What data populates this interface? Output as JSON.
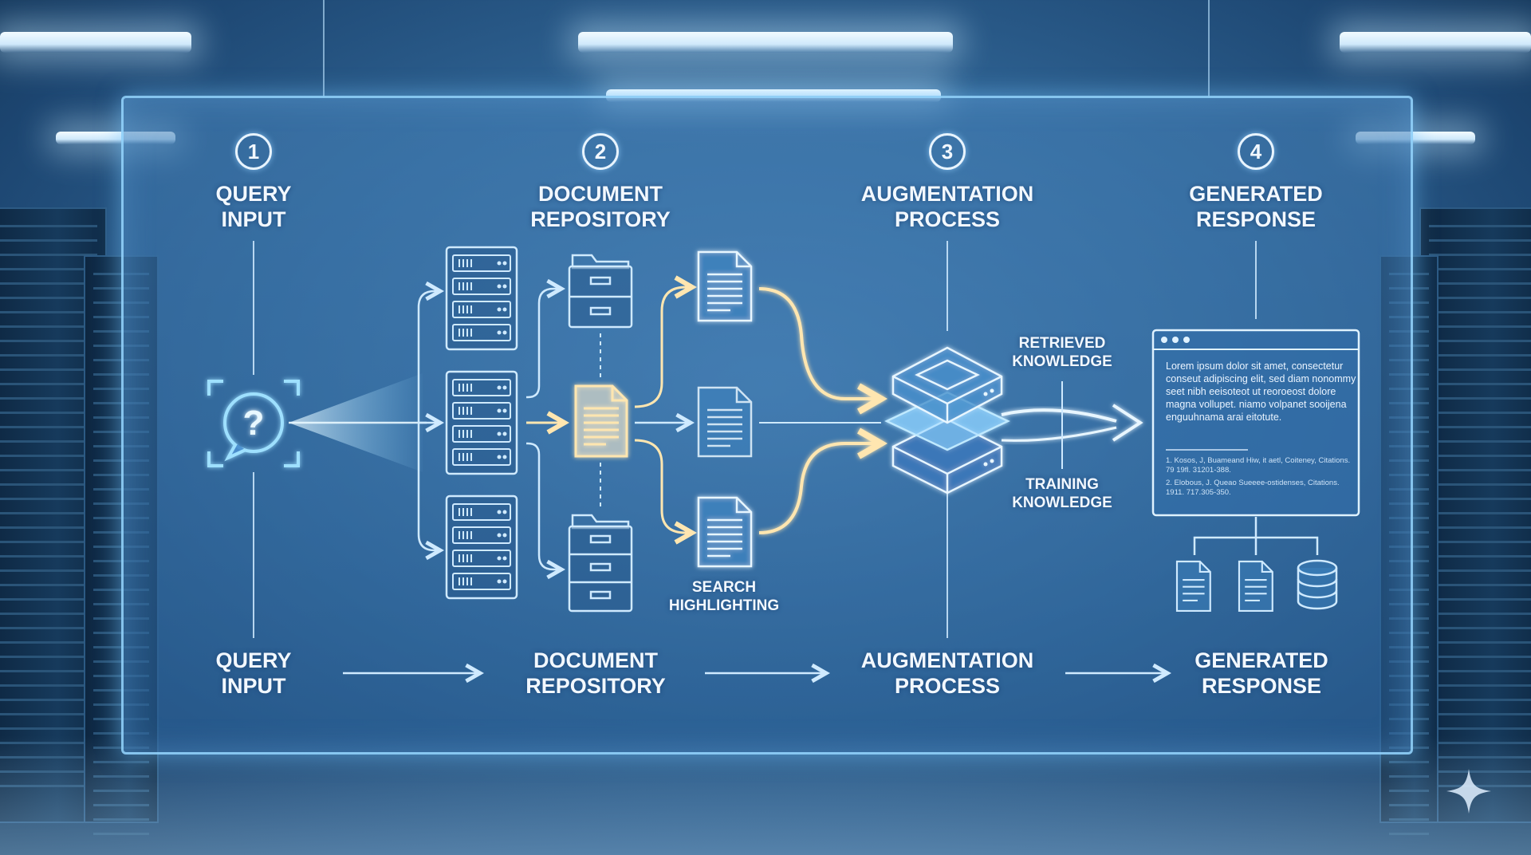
{
  "steps": [
    {
      "number": "1",
      "title": "QUERY\nINPUT",
      "footer": "QUERY\nINPUT"
    },
    {
      "number": "2",
      "title": "DOCUMENT\nREPOSITORY",
      "footer": "DOCUMENT\nREPOSITORY"
    },
    {
      "number": "3",
      "title": "AUGMENTATION\nPROCESS",
      "footer": "AUGMENTATION\nPROCESS"
    },
    {
      "number": "4",
      "title": "GENERATED\nRESPONSE",
      "footer": "GENERATED\nRESPONSE"
    }
  ],
  "labels": {
    "search_highlighting": "SEARCH\nHIGHLIGHTING",
    "retrieved_knowledge": "RETRIEVED\nKNOWLEDGE",
    "training_knowledge": "TRAINING\nKNOWLEDGE"
  },
  "response": {
    "text": "Lorem ipsum dolor sit amet, consectetur conseut adipiscing elit, sed diam nonommy seet nibh eeisoteot ut reoroeost dolore magna vollupet. niamo volpanet sooijena enguuhnama arai eitotute.",
    "references": [
      "1. Kosos, J, Buameand Hiw, it aetl, Coiteney, Citations. 79 19fl. 31201-388.",
      "2. Elobous, J. Queao Sueeee-ostidenses, Citations. 1911. 717.305-350."
    ]
  },
  "icons": {
    "query": "question-bubble-icon",
    "server": "server-rack-icon",
    "cabinet": "file-cabinet-icon",
    "document": "document-icon",
    "stack": "layer-stack-icon",
    "database": "database-icon"
  },
  "colors": {
    "line": "#cfeaff",
    "highlight": "#ffe6b0",
    "glow": "#8fd6ff"
  }
}
